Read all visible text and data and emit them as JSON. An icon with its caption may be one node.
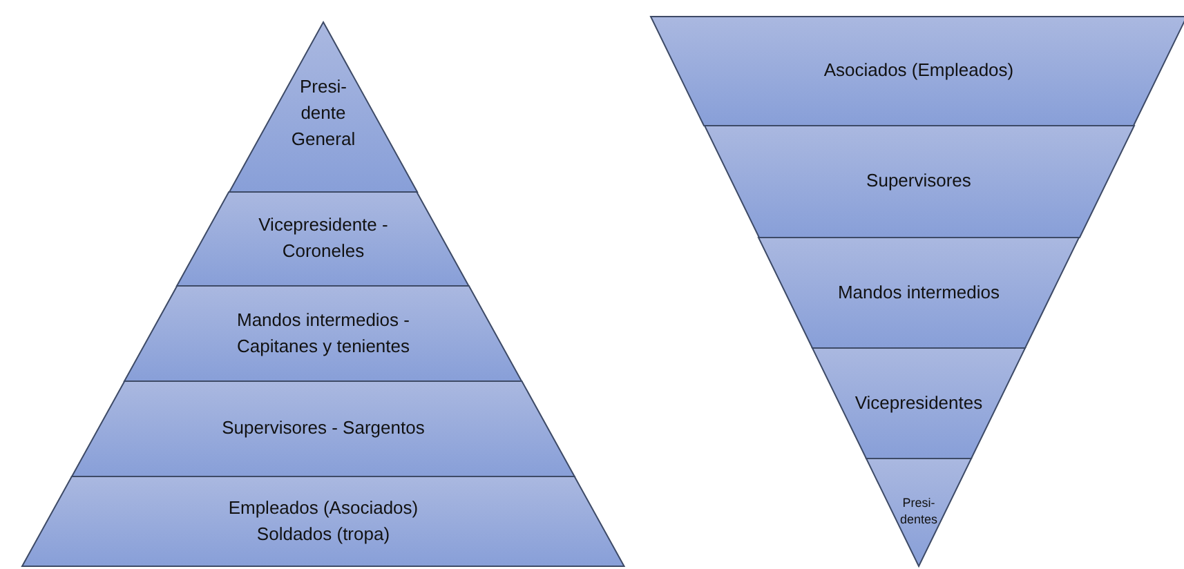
{
  "diagram": {
    "nodes": [
      {
        "text": [
          "Presi- dente General"
        ]
      },
      {
        "text": [
          "Vicepresidente - Coroneles"
        ]
      },
      {
        "text": [
          "Mandos intermedios - Capitanes y tenientes"
        ]
      },
      {
        "text": [
          "Supervisores - Sargentos"
        ]
      },
      {
        "text": [
          "Empleados (Asociados) Soldados (tropa)"
        ]
      },
      {
        "text": [
          "Asociados (Empleados)"
        ]
      },
      {
        "text": [
          "Supervisores"
        ]
      },
      {
        "text": [
          "Mandos intermedios"
        ]
      },
      {
        "text": [
          "Vicepresidentes"
        ]
      },
      {
        "text": [
          "Presi- dentes"
        ]
      }
    ]
  }
}
